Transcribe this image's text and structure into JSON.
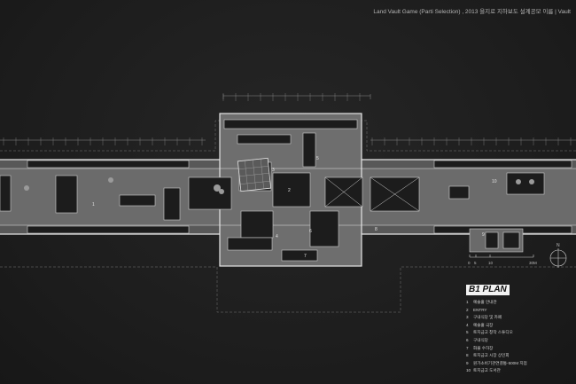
{
  "header_note": "Land Vault Game (Parti Selection) , 2013 을지로 지하보도 설계공모 이름 | Vault",
  "plan": {
    "title": "B1 PLAN",
    "room_labels": [
      "1",
      "2",
      "3",
      "4",
      "5",
      "6",
      "7",
      "8",
      "9",
      "10"
    ],
    "legend": [
      {
        "num": "1",
        "label": "예술홀 안내관"
      },
      {
        "num": "2",
        "label": "ENTRY"
      },
      {
        "num": "3",
        "label": "구내식당 및 카페"
      },
      {
        "num": "4",
        "label": "예술홀 극장"
      },
      {
        "num": "5",
        "label": "토지금고 창작 스튜디오"
      },
      {
        "num": "6",
        "label": "구내식당"
      },
      {
        "num": "7",
        "label": "화물 수하장"
      },
      {
        "num": "8",
        "label": "토지금고 시장 상인회"
      },
      {
        "num": "9",
        "label": "원가소비기관연결통-500M 지점"
      },
      {
        "num": "10",
        "label": "토지금고 도서관"
      }
    ],
    "scale_bar": {
      "ticks": [
        "0",
        "5",
        "10",
        "30M"
      ]
    },
    "north_label": "N"
  },
  "colors": {
    "background": "#1e1e1e",
    "floor": "#6a6a6a",
    "wall": "#e0e0e0",
    "void": "#1a1a1a"
  }
}
